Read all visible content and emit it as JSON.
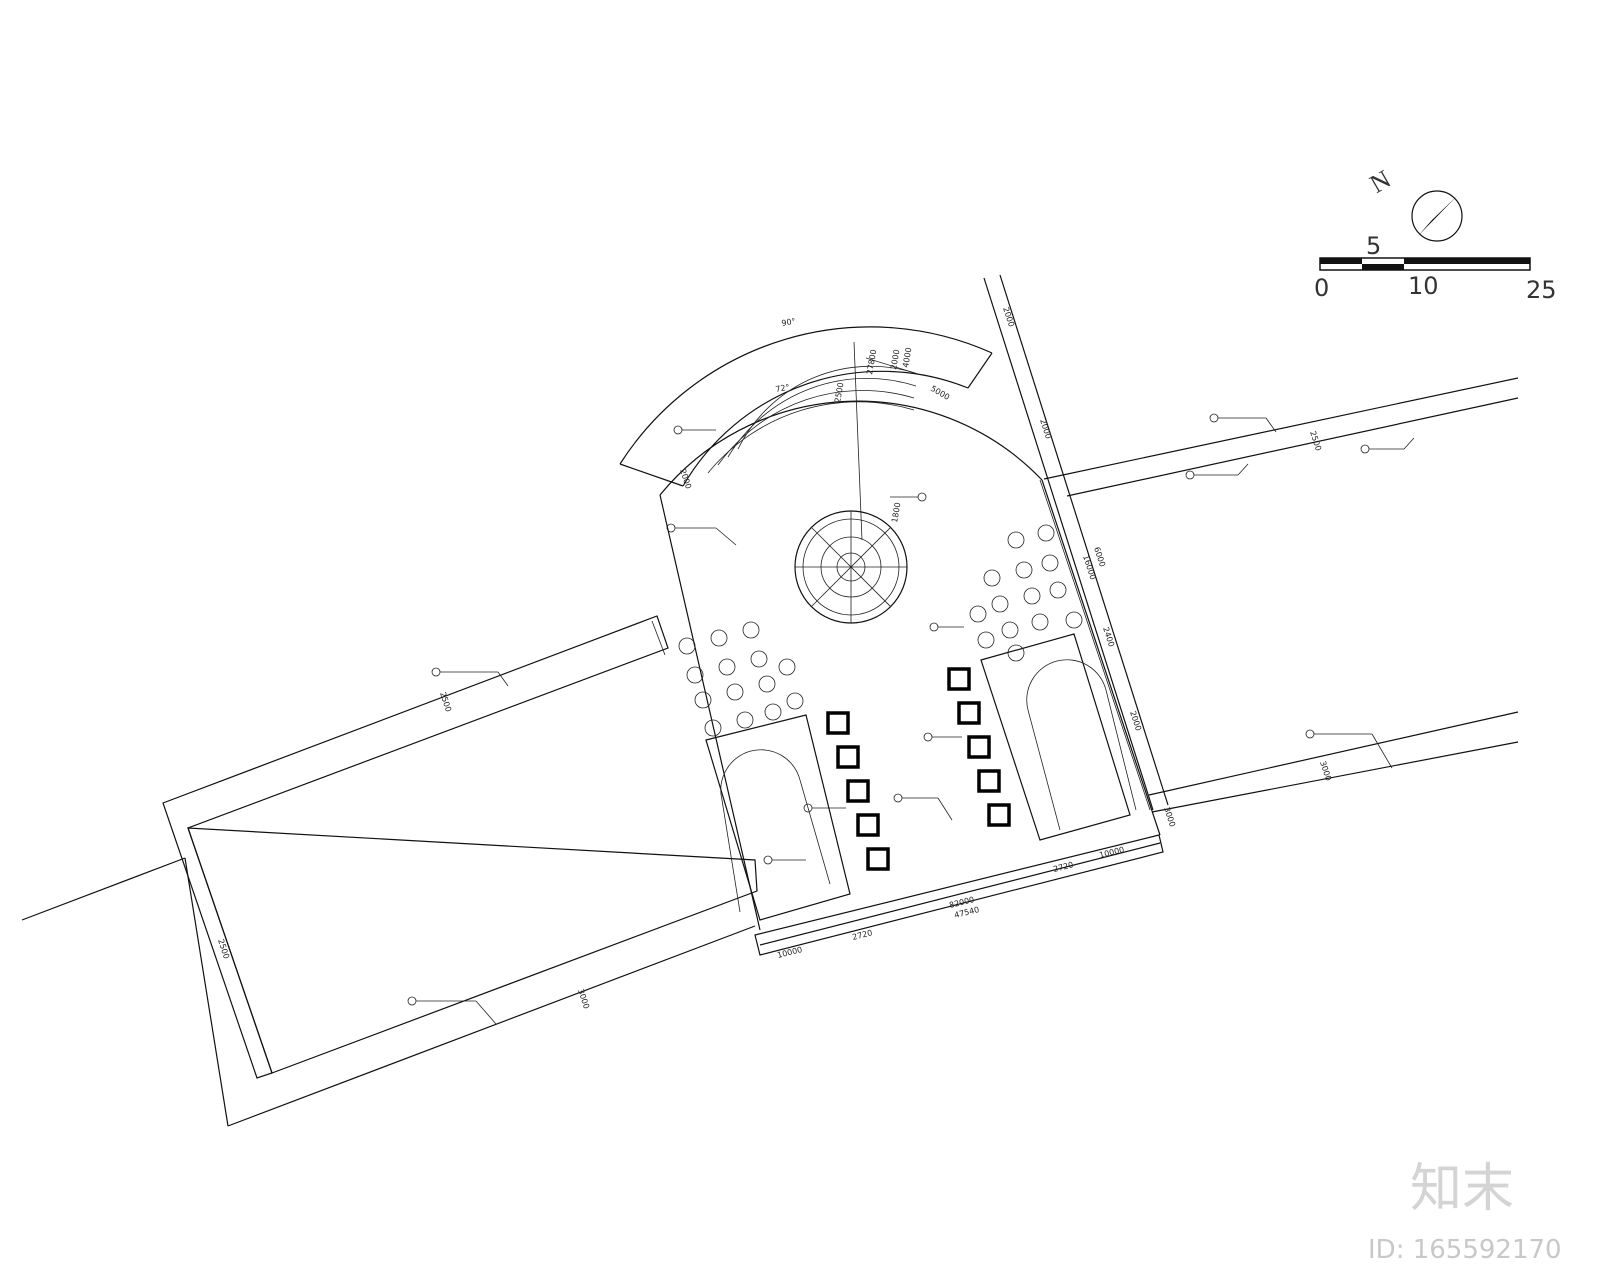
{
  "north": {
    "letter": "N"
  },
  "scale_bar": {
    "top_label": "5",
    "labels": [
      "0",
      "10",
      "25"
    ]
  },
  "dimensions": {
    "d1": "2000",
    "d2": "2000",
    "d3": "16000",
    "d4": "6000",
    "d5": "2400",
    "d6": "2000",
    "d7": "3000",
    "d8": "3000",
    "d9": "2500",
    "d10": "2500",
    "d11": "2500",
    "d12": "3000",
    "d13": "2000",
    "d14": "27800",
    "d15": "2000",
    "d16": "4000",
    "d17": "5000",
    "d18": "2500",
    "d19": "1800",
    "d20": "10000",
    "d21": "2720",
    "d22": "2720",
    "d23": "10000",
    "d24": "82000",
    "d25": "47540",
    "angle": "90°",
    "inner_angle": "72°"
  },
  "watermark": {
    "brand": "知末",
    "id": "ID: 165592170"
  }
}
